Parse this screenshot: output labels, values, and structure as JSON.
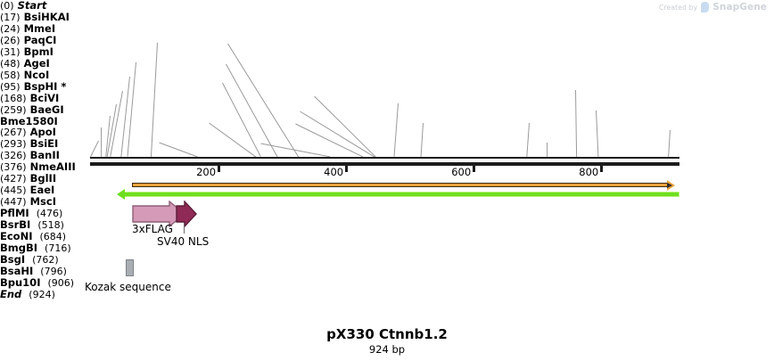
{
  "watermark": {
    "created_by": "Created by",
    "brand": "SnapGene",
    "logo_icon": "snapgene-logo-icon"
  },
  "plasmid": {
    "name": "pX330 Ctnnb1.2",
    "size": "924 bp",
    "length": 924
  },
  "axis": {
    "ticks": [
      {
        "label": "200",
        "value": 200
      },
      {
        "label": "400",
        "value": 400
      },
      {
        "label": "600",
        "value": 600
      },
      {
        "label": "800",
        "value": 800
      }
    ]
  },
  "sites": [
    {
      "pos_label": "(0)",
      "name": "Start",
      "value": 0,
      "italic": true,
      "side": "left"
    },
    {
      "pos_label": "(17)",
      "name": "BsiHKAI",
      "value": 17,
      "italic": false,
      "side": "left"
    },
    {
      "pos_label": "(24)",
      "name": "MmeI",
      "value": 24,
      "italic": false,
      "side": "left"
    },
    {
      "pos_label": "(26)",
      "name": "PaqCI",
      "value": 26,
      "italic": false,
      "side": "left"
    },
    {
      "pos_label": "(31)",
      "name": "BpmI",
      "value": 31,
      "italic": false,
      "side": "left"
    },
    {
      "pos_label": "(48)",
      "name": "AgeI",
      "value": 48,
      "italic": false,
      "side": "left"
    },
    {
      "pos_label": "(58)",
      "name": "NcoI",
      "value": 58,
      "italic": false,
      "side": "left"
    },
    {
      "pos_label": "(95)",
      "name": "BspHI *",
      "value": 95,
      "italic": false,
      "side": "left"
    },
    {
      "pos_label": "(168)",
      "name": "BciVI",
      "value": 168,
      "italic": false,
      "side": "left"
    },
    {
      "pos_label": "(259)",
      "name": "BaeGI",
      "value": 259,
      "italic": false,
      "side": "left"
    },
    {
      "pos_label": "",
      "name": "Bme1580I",
      "value": 259,
      "italic": false,
      "side": "left"
    },
    {
      "pos_label": "(267)",
      "name": "ApoI",
      "value": 267,
      "italic": false,
      "side": "left"
    },
    {
      "pos_label": "(293)",
      "name": "BsiEI",
      "value": 293,
      "italic": false,
      "side": "left"
    },
    {
      "pos_label": "(326)",
      "name": "BanII",
      "value": 326,
      "italic": false,
      "side": "left"
    },
    {
      "pos_label": "(376)",
      "name": "NmeAIII",
      "value": 376,
      "italic": false,
      "side": "left"
    },
    {
      "pos_label": "(427)",
      "name": "BglII",
      "value": 427,
      "italic": false,
      "side": "left"
    },
    {
      "pos_label": "(445)",
      "name": "EaeI",
      "value": 445,
      "italic": false,
      "side": "left"
    },
    {
      "pos_label": "(447)",
      "name": "MscI",
      "value": 447,
      "italic": false,
      "side": "left"
    },
    {
      "pos_label": "(476)",
      "name": "PflMI",
      "value": 476,
      "italic": false,
      "side": "right"
    },
    {
      "pos_label": "(518)",
      "name": "BsrBI",
      "value": 518,
      "italic": false,
      "side": "right"
    },
    {
      "pos_label": "(684)",
      "name": "EcoNI",
      "value": 684,
      "italic": false,
      "side": "right"
    },
    {
      "pos_label": "(716)",
      "name": "BmgBI",
      "value": 716,
      "italic": false,
      "side": "right"
    },
    {
      "pos_label": "(762)",
      "name": "BsgI",
      "value": 762,
      "italic": false,
      "side": "right"
    },
    {
      "pos_label": "(796)",
      "name": "BsaHI",
      "value": 796,
      "italic": false,
      "side": "right"
    },
    {
      "pos_label": "(906)",
      "name": "Bpu10I",
      "value": 906,
      "italic": false,
      "side": "right"
    },
    {
      "pos_label": "(924)",
      "name": "End",
      "value": 924,
      "italic": true,
      "side": "right"
    }
  ],
  "features": [
    {
      "name": "3xFLAG",
      "type": "arrow-right",
      "color": "#d49ab8",
      "border": "#8e5f77"
    },
    {
      "name": "SV40 NLS",
      "type": "arrow-right",
      "color": "#8e2a55",
      "border": "#5e1c39"
    },
    {
      "name": "Kozak sequence",
      "type": "box",
      "color": "#a9aeb3",
      "border": "#7d8288"
    }
  ],
  "tracks": [
    {
      "name": "orf-forward",
      "color": "#e8a33d",
      "direction": "right"
    },
    {
      "name": "orf-reverse",
      "color": "#6ede1f",
      "direction": "left"
    }
  ]
}
